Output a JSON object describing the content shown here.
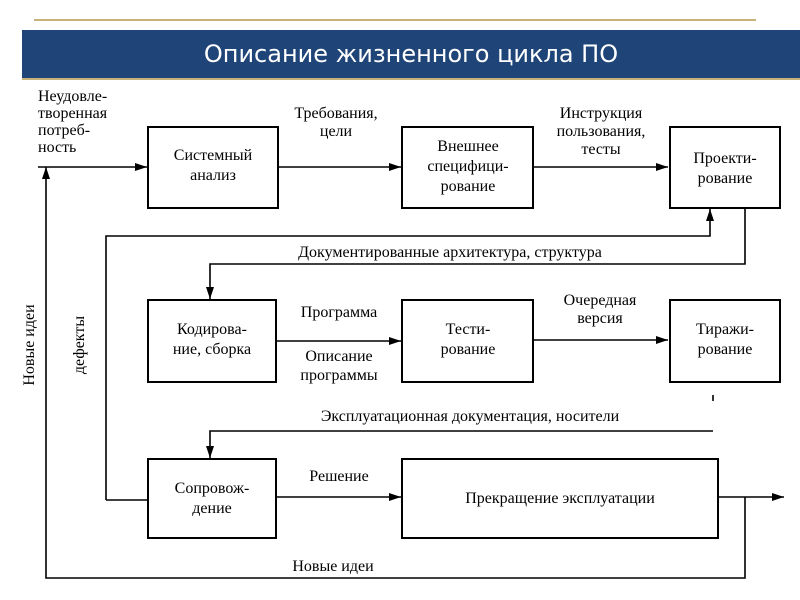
{
  "title": "Описание жизненного цикла ПО",
  "boxes": {
    "system_analysis": [
      "Системный",
      "анализ"
    ],
    "external_spec": [
      "Внешнее",
      "специфици-",
      "рование"
    ],
    "design": [
      "Проекти-",
      "рование"
    ],
    "coding": [
      "Кодирова-",
      "ние, сборка"
    ],
    "testing": [
      "Тести-",
      "рование"
    ],
    "replication": [
      "Тиражи-",
      "рование"
    ],
    "maintenance": [
      "Сопровож-",
      "дение"
    ],
    "termination": [
      "Прекращение эксплуатации"
    ]
  },
  "labels": {
    "unmet_need": [
      "Неудовле-",
      "творенная",
      "потреб-",
      "ность"
    ],
    "requirements": [
      "Требования,",
      "цели"
    ],
    "instructions": [
      "Инструкция",
      "пользования,",
      "тесты"
    ],
    "documented_arch": "Документированные архитектура, структура",
    "program": "Программа",
    "program_description": [
      "Описание",
      "программы"
    ],
    "next_version": [
      "Очередная",
      "версия"
    ],
    "operational_docs": "Эксплуатационная документация, носители",
    "solution": "Решение",
    "new_ideas_bottom": "Новые идеи",
    "new_ideas_side": "Новые идеи",
    "defects_side": "дефекты"
  }
}
